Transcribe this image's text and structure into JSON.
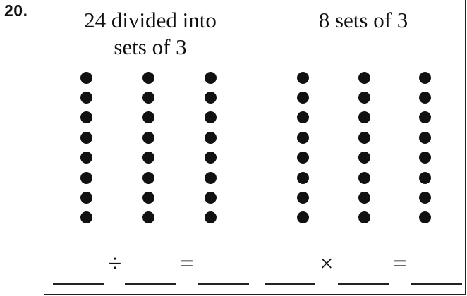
{
  "problem": {
    "number": "20."
  },
  "panels": {
    "left": {
      "title_line1": "24 divided into",
      "title_line2": "sets of 3",
      "dot_groups": 3,
      "dots_per_group": 8,
      "operator": "÷",
      "equals": "="
    },
    "right": {
      "title": "8 sets of 3",
      "dot_groups": 3,
      "dots_per_group": 8,
      "operator": "×",
      "equals": "="
    }
  },
  "icons": {
    "dot": "filled-circle"
  }
}
